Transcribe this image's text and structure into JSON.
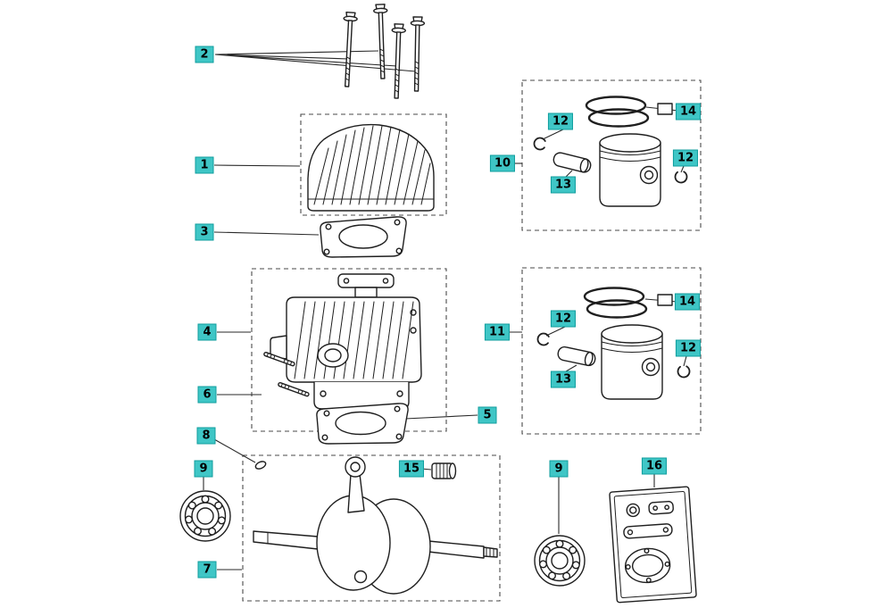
{
  "diagram": {
    "accent_color": "#3fc6c6",
    "accent_border": "#119e9e",
    "line_color": "#1f1f1f",
    "background": "#ffffff"
  },
  "callouts": {
    "head_bolts": {
      "label": "2"
    },
    "cylinder_head": {
      "label": "1"
    },
    "head_gasket": {
      "label": "3"
    },
    "cylinder": {
      "label": "4"
    },
    "cylinder_studs": {
      "label": "6"
    },
    "base_gasket": {
      "label": "5"
    },
    "woodruff_key": {
      "label": "8"
    },
    "bearing_left": {
      "label": "9"
    },
    "crankshaft": {
      "label": "7"
    },
    "plug_screw": {
      "label": "15"
    },
    "piston_assembly_top": {
      "label": "10"
    },
    "circlip_top_left": {
      "label": "12"
    },
    "piston_rings_top": {
      "label": "14"
    },
    "circlip_top_right": {
      "label": "12"
    },
    "piston_pin_top": {
      "label": "13"
    },
    "piston_assembly_bottom": {
      "label": "11"
    },
    "circlip_bottom_left": {
      "label": "12"
    },
    "piston_rings_bottom": {
      "label": "14"
    },
    "circlip_bottom_right": {
      "label": "12"
    },
    "piston_pin_bottom": {
      "label": "13"
    },
    "bearing_right": {
      "label": "9"
    },
    "gasket_kit": {
      "label": "16"
    }
  }
}
